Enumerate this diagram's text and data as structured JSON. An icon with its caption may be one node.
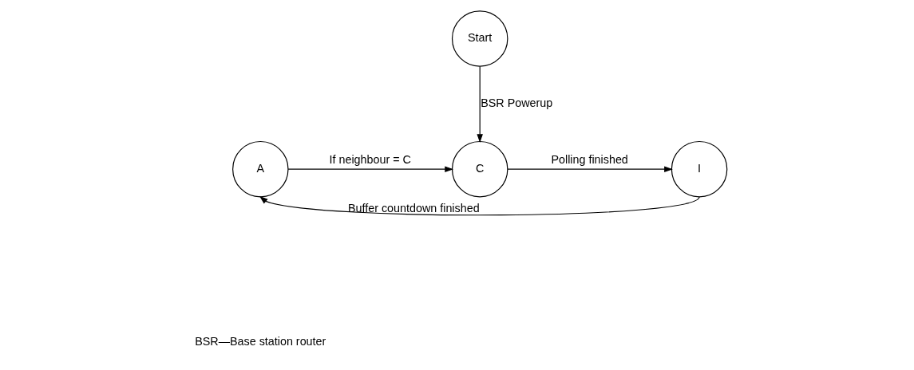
{
  "diagram": {
    "nodes": [
      {
        "text": [
          "Start"
        ]
      },
      {
        "text": [
          "A"
        ]
      },
      {
        "text": [
          "C"
        ]
      },
      {
        "text": [
          "I"
        ]
      }
    ],
    "edges": [
      {
        "from": 0,
        "to": 2,
        "arrow": "to",
        "label": "BSR Powerup"
      },
      {
        "from": 1,
        "to": 2,
        "arrow": "to",
        "label": "If neighbour = C"
      },
      {
        "from": 2,
        "to": 3,
        "arrow": "to",
        "label": "Polling finished"
      },
      {
        "from": 3,
        "to": 1,
        "arrow": "to",
        "label": "Buffer countdown finished"
      }
    ],
    "labels": [
      "BSR—Base station router"
    ]
  }
}
